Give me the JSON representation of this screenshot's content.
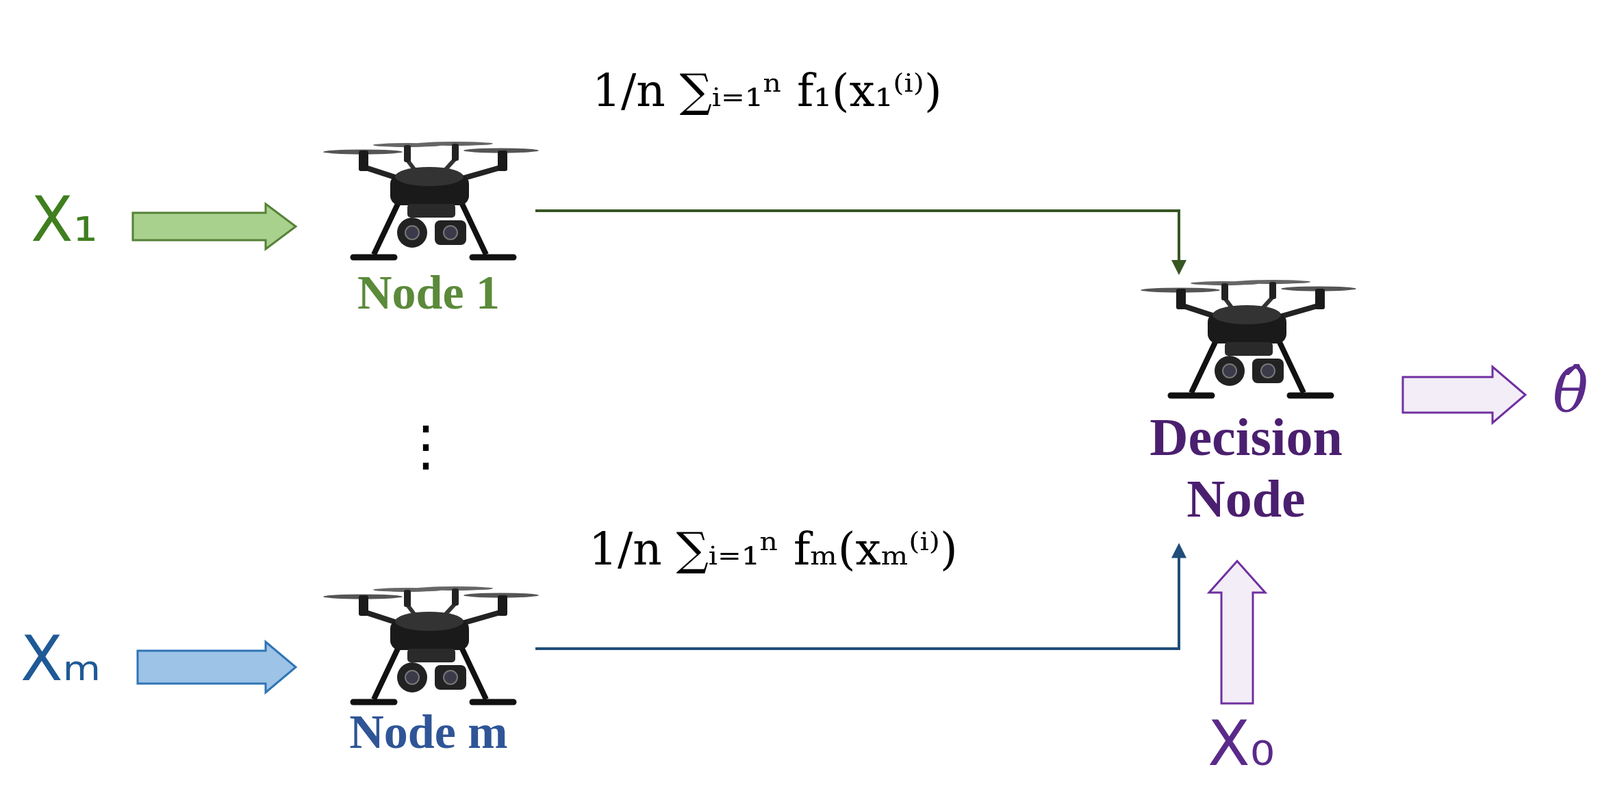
{
  "diagram": {
    "nodes": [
      {
        "text": [
          "Node 1"
        ]
      },
      {
        "text": [
          "Node m"
        ]
      },
      {
        "text": [
          "Decision Node"
        ]
      }
    ],
    "edges": [
      {
        "from": 0,
        "to": 2,
        "arrow": "to",
        "label": "1/n ∑ᵢ₌₁ⁿ f₁(x₁⁽ⁱ⁾)"
      },
      {
        "from": 1,
        "to": 2,
        "arrow": "to",
        "label": "1/n ∑ᵢ₌₁ⁿ fₘ(xₘ⁽ⁱ⁾)"
      }
    ],
    "labels": [
      "X₁",
      "Xₘ",
      "X₀",
      "θ̂",
      "⋮"
    ]
  }
}
